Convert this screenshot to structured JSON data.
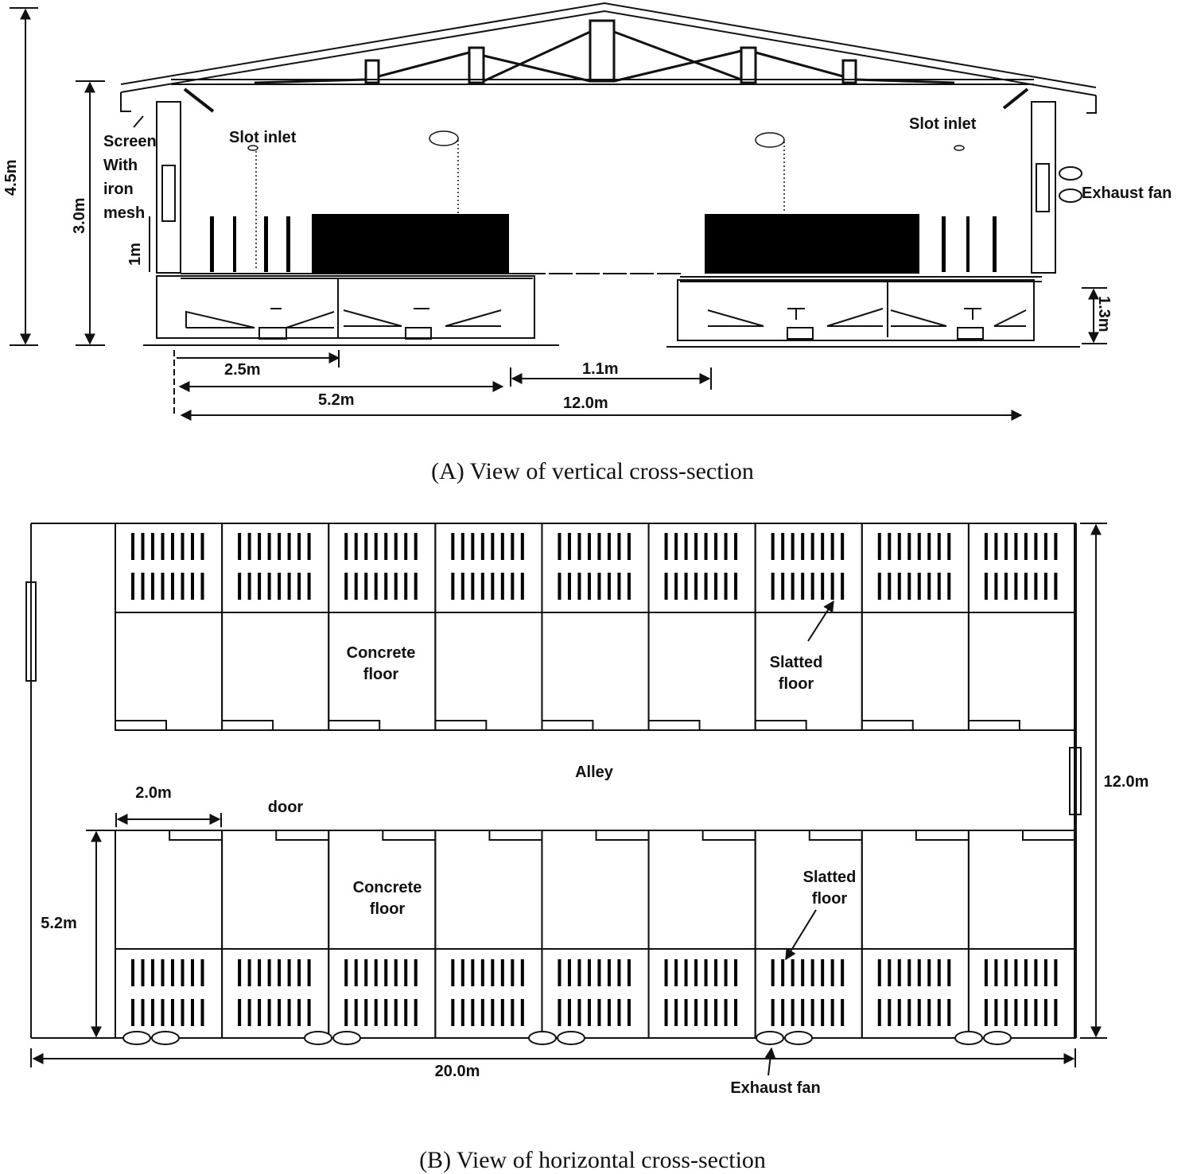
{
  "vertical": {
    "caption": "(A) View of vertical cross-section",
    "labels": {
      "screen1": "Screen",
      "screen2": "With",
      "screen3": "iron",
      "screen4": "mesh",
      "slot_inlet_left": "Slot inlet",
      "slot_inlet_right": "Slot inlet",
      "exhaust_fan": "Exhaust fan"
    },
    "dims": {
      "h_total": "4.5m",
      "h_wall": "3.0m",
      "h_pen": "1m",
      "h_pit": "1.3m",
      "w_pen": "2.5m",
      "w_half": "5.2m",
      "w_alley": "1.1m",
      "w_total": "12.0m"
    }
  },
  "horizontal": {
    "caption": "(B) View of horizontal cross-section",
    "labels": {
      "concrete_top1": "Concrete",
      "concrete_top2": "floor",
      "slatted_top1": "Slatted",
      "slatted_top2": "floor",
      "alley": "Alley",
      "door": "door",
      "concrete_bot1": "Concrete",
      "concrete_bot2": "floor",
      "slatted_bot1": "Slatted",
      "slatted_bot2": "floor",
      "exhaust_fan": "Exhaust fan"
    },
    "dims": {
      "pen_width": "2.0m",
      "pen_depth": "5.2m",
      "building_width": "12.0m",
      "building_length": "20.0m"
    },
    "pens_per_row": 9
  }
}
